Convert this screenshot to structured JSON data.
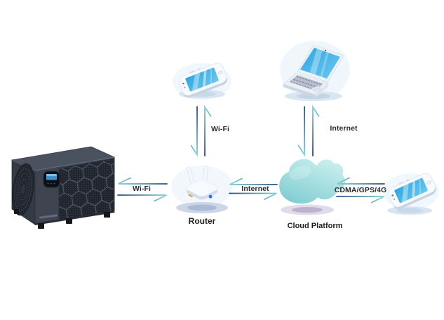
{
  "diagram": {
    "labels": {
      "router": "Router",
      "cloud_platform": "Cloud Platform",
      "link_heatpump_router": "Wi-Fi",
      "link_phone_router": "Wi-Fi",
      "link_laptop_cloud": "Internet",
      "link_router_cloud": "Internet",
      "link_cloud_phone": "CDMA/GPS/4G"
    },
    "nodes": [
      {
        "id": "heat-pump",
        "icon": "heat-pump-unit-icon",
        "label": ""
      },
      {
        "id": "smartphone-top",
        "icon": "smartphone-icon",
        "label": ""
      },
      {
        "id": "laptop",
        "icon": "laptop-icon",
        "label": ""
      },
      {
        "id": "router",
        "icon": "wifi-router-icon",
        "label": "Router"
      },
      {
        "id": "cloud-platform",
        "icon": "cloud-icon",
        "label": "Cloud Platform"
      },
      {
        "id": "smartphone-right",
        "icon": "smartphone-icon",
        "label": ""
      }
    ],
    "links": [
      {
        "from": "heat-pump",
        "to": "router",
        "label": "Wi-Fi",
        "bidirectional": true
      },
      {
        "from": "smartphone-top",
        "to": "router",
        "label": "Wi-Fi",
        "bidirectional": true
      },
      {
        "from": "laptop",
        "to": "cloud-platform",
        "label": "Internet",
        "bidirectional": true
      },
      {
        "from": "router",
        "to": "cloud-platform",
        "label": "Internet",
        "bidirectional": true
      },
      {
        "from": "cloud-platform",
        "to": "smartphone-right",
        "label": "CDMA/GPS/4G",
        "bidirectional": true
      }
    ],
    "colors": {
      "background": "#ffffff",
      "arrow_teal": "#7ecfd6",
      "arrow_navy": "#2b4c7d",
      "screen_blue": "#3aade3",
      "cloud_teal": "#8fd5d7",
      "heat_pump_body": "#3e4450",
      "label_text": "#2b2b2b"
    }
  }
}
